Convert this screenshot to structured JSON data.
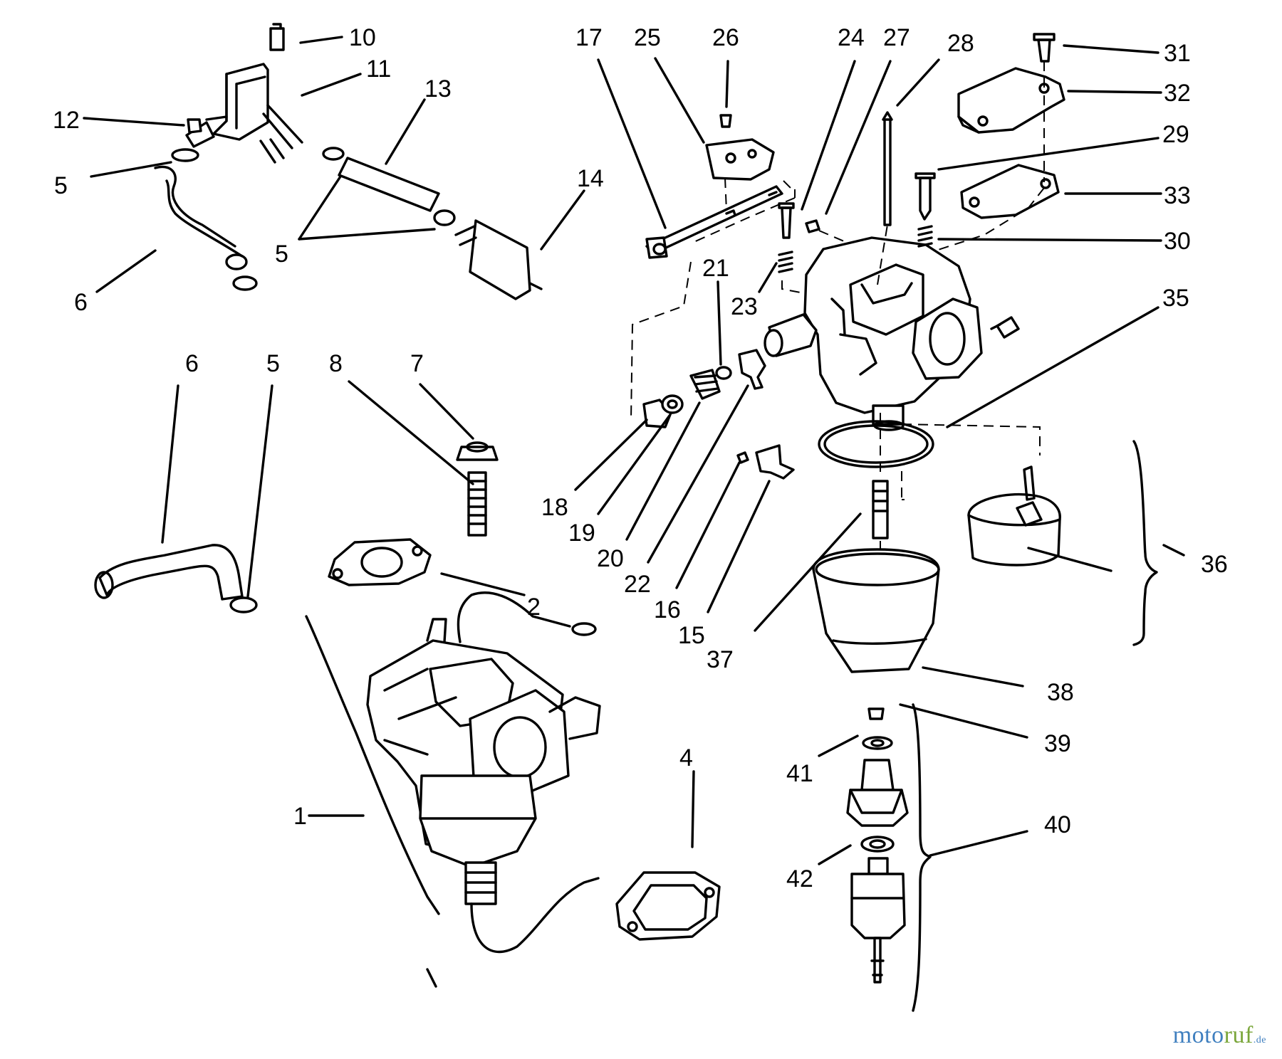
{
  "diagram": {
    "callouts": {
      "c1": "1",
      "c2": "2",
      "c4": "4",
      "c5a": "5",
      "c5b": "5",
      "c5c": "5",
      "c6a": "6",
      "c6b": "6",
      "c7": "7",
      "c8": "8",
      "c10": "10",
      "c11": "11",
      "c12": "12",
      "c13": "13",
      "c14": "14",
      "c15": "15",
      "c16": "16",
      "c17": "17",
      "c18": "18",
      "c19": "19",
      "c20": "20",
      "c21": "21",
      "c22": "22",
      "c23": "23",
      "c24": "24",
      "c25": "25",
      "c26": "26",
      "c27": "27",
      "c28": "28",
      "c29": "29",
      "c30": "30",
      "c31": "31",
      "c32": "32",
      "c33": "33",
      "c35": "35",
      "c36": "36",
      "c37": "37",
      "c38": "38",
      "c39": "39",
      "c40": "40",
      "c41": "41",
      "c42": "42"
    }
  },
  "watermark": {
    "part_a": "moto",
    "part_b": "ruf",
    "suffix": ".de"
  }
}
